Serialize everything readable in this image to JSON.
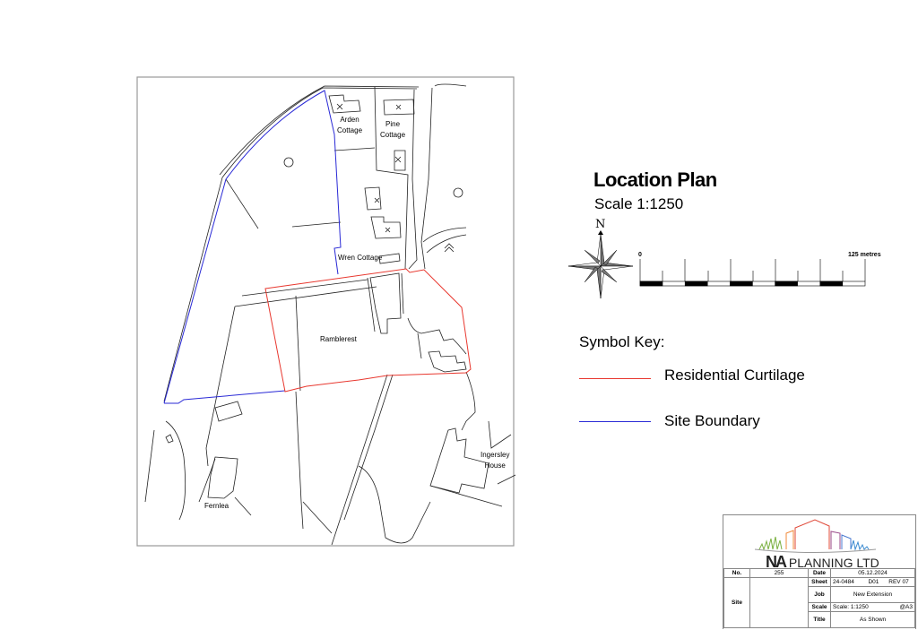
{
  "map": {
    "labels": {
      "arden": "Arden\nCottage",
      "arden_1": "Arden",
      "arden_2": "Cottage",
      "pine_1": "Pine",
      "pine_2": "Cottage",
      "wren": "Wren Cottage",
      "ramblerest": "Ramblerest",
      "ingersley_1": "Ingersley",
      "ingersley_2": "House",
      "fernlea": "Fernlea"
    }
  },
  "legend": {
    "title": "Location Plan",
    "scale": "Scale 1:1250",
    "north": "N",
    "scalebar_start": "0",
    "scalebar_end": "125 metres",
    "symbol_key": "Symbol Key:",
    "items": [
      {
        "label": "Residential Curtilage",
        "color": "#e8382f"
      },
      {
        "label": "Site Boundary",
        "color": "#2a2ad6"
      }
    ]
  },
  "title_block": {
    "brand_mark": "NA",
    "brand_name": "PLANNING LTD",
    "no_label": "No.",
    "no_value": "255",
    "date_label": "Date",
    "date_value": "05.12.2024",
    "sheet_label": "Sheet",
    "sheet_ref": "24-0484",
    "sheet_drawing": "D01",
    "sheet_rev": "REV 07",
    "site_label": "Site",
    "job_label": "Job",
    "job_value": "New Extension",
    "scale_label": "Scale",
    "scale_value": "Scale: 1:1250",
    "paper_size": "@A3",
    "title_label": "Title",
    "title_value": "As Shown"
  }
}
